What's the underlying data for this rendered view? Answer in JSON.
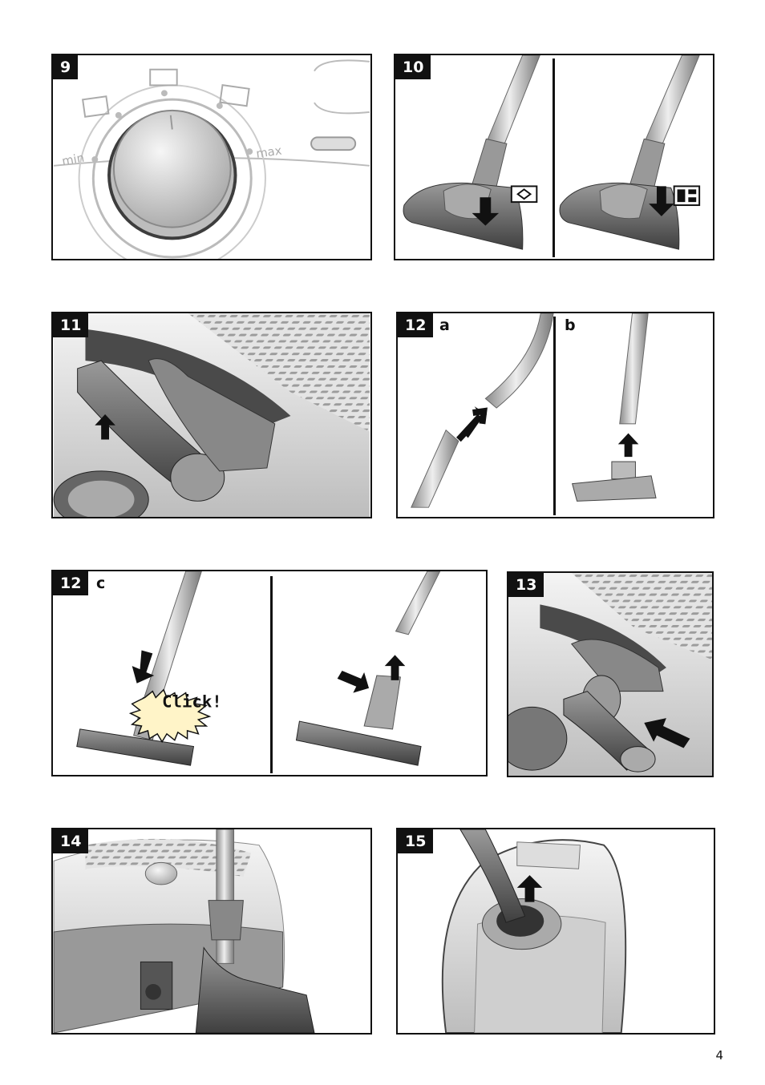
{
  "panels": {
    "p9": {
      "number": "9",
      "labels": {
        "min": "min",
        "max": "max"
      }
    },
    "p10": {
      "number": "10"
    },
    "p11": {
      "number": "11"
    },
    "p12ab": {
      "number": "12",
      "sub_a": "a",
      "sub_b": "b"
    },
    "p12c": {
      "number": "12",
      "sub_c": "c",
      "click_text": "Click!"
    },
    "p13": {
      "number": "13"
    },
    "p14": {
      "number": "14"
    },
    "p15": {
      "number": "15"
    }
  },
  "page_number": "4",
  "icons": [
    "carpet-symbol-icon",
    "hard-floor-symbol-icon",
    "down-arrow-icon",
    "up-arrow-icon",
    "right-arrow-icon",
    "left-arrow-icon"
  ],
  "colors": {
    "frame": "#111111",
    "shade": "#808080",
    "light": "#d8d8d8"
  }
}
